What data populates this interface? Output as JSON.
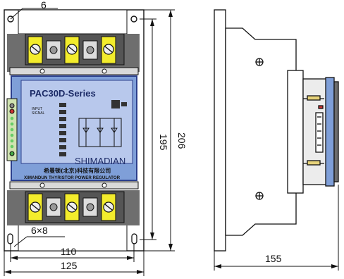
{
  "drawing": {
    "front": {
      "model": "PAC30D-Series",
      "brand": "SHIMADIAN",
      "company": "希曼顿(北京)科技有限公司",
      "product_line": "XIMANDUN THYRISTOR POWER REGULATOR",
      "input_label_1": "INPUT",
      "input_label_2": "SIGNAL"
    },
    "dimensions": {
      "top_hole": "6",
      "height_inner": "195",
      "height_outer": "206",
      "slot": "6×8",
      "width_inner": "110",
      "width_outer": "125",
      "depth": "155"
    },
    "colors": {
      "panel_blue": "#7f9fd8",
      "panel_border": "#2b3f8c",
      "heatsink_gray": "#6e6e6e",
      "terminal_yellow": "#f3ec2c",
      "plate_gray": "#cfcfcf",
      "line": "#111111"
    }
  }
}
